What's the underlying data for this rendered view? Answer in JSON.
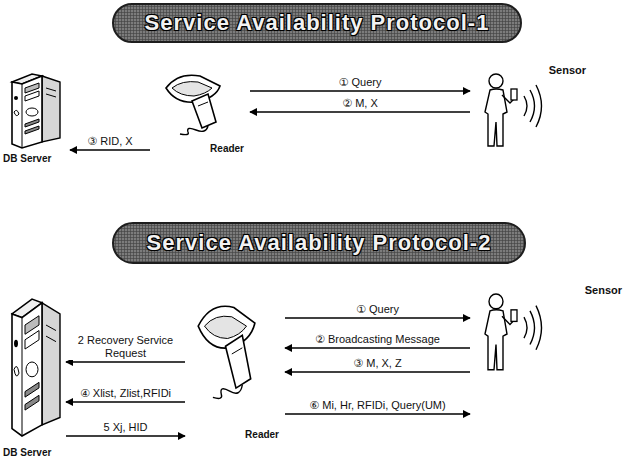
{
  "diagram": {
    "nodes": [
      {
        "text": [
          "Service Availability Protocol-1"
        ]
      },
      {
        "text": [
          "DB Server"
        ]
      },
      {
        "text": [
          "Reader"
        ]
      },
      {
        "text": [
          "Sensor"
        ]
      },
      {
        "text": [
          "Service Availability Protocol-2"
        ]
      },
      {
        "text": [
          "DB Server"
        ]
      },
      {
        "text": [
          "Reader"
        ]
      },
      {
        "text": [
          "Sensor"
        ]
      }
    ],
    "edges": [
      {
        "from": 2,
        "to": 3,
        "label": "① Query",
        "arrow": "to"
      },
      {
        "from": 3,
        "to": 2,
        "label": "② M, X",
        "arrow": "to"
      },
      {
        "from": 2,
        "to": 1,
        "label": "③ RID, X",
        "arrow": "to"
      },
      {
        "from": 6,
        "to": 5,
        "label": "2 Recovery Service Request",
        "arrow": "to"
      },
      {
        "from": 6,
        "to": 5,
        "label": "④ Xlist, Zlist,RFIDi",
        "arrow": "to"
      },
      {
        "from": 5,
        "to": 6,
        "label": "5 Xj, HID",
        "arrow": "to"
      },
      {
        "from": 6,
        "to": 7,
        "label": "① Query",
        "arrow": "to"
      },
      {
        "from": 7,
        "to": 6,
        "label": "② Broadcasting Message",
        "arrow": "to"
      },
      {
        "from": 7,
        "to": 6,
        "label": "③ M, X, Z",
        "arrow": "to"
      },
      {
        "from": 6,
        "to": 7,
        "label": "⑥ Mi, Hr, RFIDi, Query(UM)",
        "arrow": "to"
      }
    ]
  }
}
